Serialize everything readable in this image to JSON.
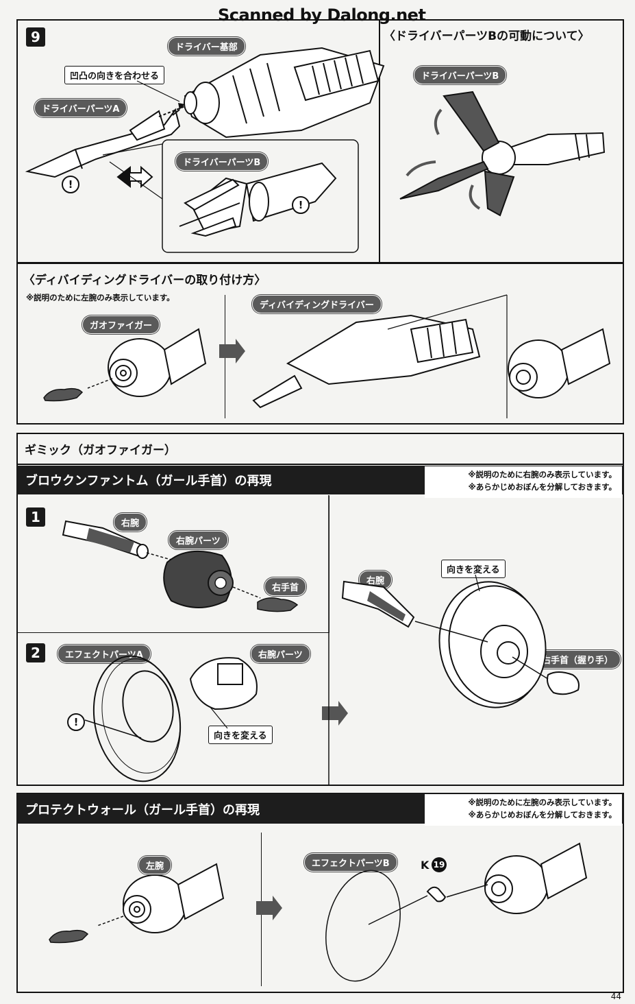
{
  "watermark": "Scanned by Dalong.net",
  "step9": {
    "number": "9",
    "base_label": "ドライバー基部",
    "align_note": "凹凸の向きを合わせる",
    "part_a_label": "ドライバーパーツA",
    "part_b_label": "ドライバーパーツB"
  },
  "movable": {
    "title": "〈ドライバーパーツBの可動について〉",
    "part_b_label": "ドライバーパーツB"
  },
  "attach": {
    "title": "〈ディバイディングドライバーの取り付け方〉",
    "note": "※説明のために左腕のみ表示しています。",
    "gaofighter_label": "ガオファイガー",
    "driver_label": "ディバイディングドライバー"
  },
  "gimmick": {
    "title": "ギミック（ガオファイガー）"
  },
  "broken": {
    "title": "ブロウクンファントム（ガール手首）の再現",
    "note1": "※説明のために右腕のみ表示しています。",
    "note2": "※あらかじめおぼんを分解しておきます。",
    "step1_number": "1",
    "right_arm": "右腕",
    "right_arm_part": "右腕パーツ",
    "right_wrist": "右手首",
    "step2_number": "2",
    "effect_a": "エフェクトパーツA",
    "right_arm_part2": "右腕パーツ",
    "change_dir": "向きを変える",
    "result_right_arm": "右腕",
    "result_change_dir": "向きを変える",
    "result_wrist": "右手首（握り手）"
  },
  "protect": {
    "title": "プロテクトウォール（ガール手首）の再現",
    "note1": "※説明のために左腕のみ表示しています。",
    "note2": "※あらかじめおぼんを分解しておきます。",
    "left_arm": "左腕",
    "effect_b": "エフェクトパーツB",
    "part_code": "K",
    "part_num": "19"
  },
  "warning_symbol": "!",
  "page_number": "44"
}
